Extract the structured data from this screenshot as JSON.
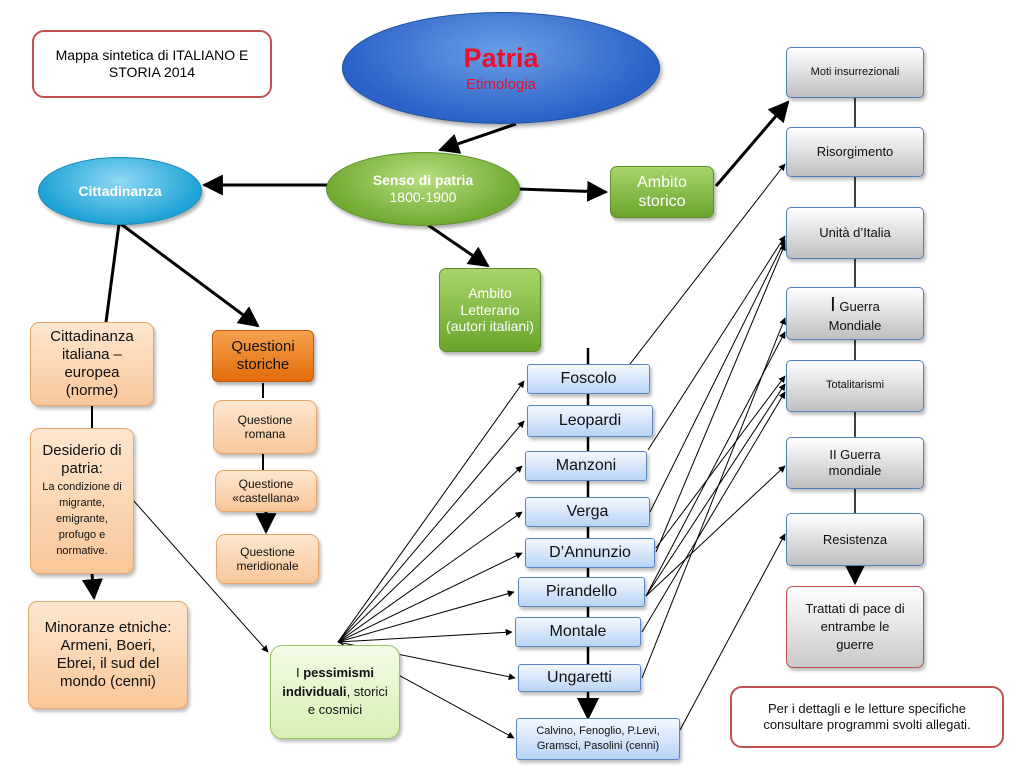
{
  "title_box": "Mappa  sintetica di ITALIANO E STORIA  2014",
  "patria": {
    "title": "Patria",
    "subtitle": "Etimologia"
  },
  "senso": {
    "title": "Senso di patria",
    "subtitle": "1800-1900"
  },
  "cittadinanza": "Cittadinanza",
  "ambito_storico": "Ambito storico",
  "ambito_letterario": "Ambito Letterario (autori italiani)",
  "cittadinanza_europea": "Cittadinanza italiana – europea (norme)",
  "desiderio": {
    "title": "Desiderio di  patria:",
    "detail": "La condizione di migrante, emigrante, profugo e normative."
  },
  "minoranze": "Minoranze etniche: Armeni, Boeri, Ebrei, il sud del mondo (cenni)",
  "questioni_storiche": "Questioni storiche",
  "questioni": [
    "Questione romana",
    "Questione «castellana»",
    "Questione meridionale"
  ],
  "pessimismi": {
    "prefix": "I ",
    "bold": "pessimismi individuali",
    "suffix": ", storici e cosmici"
  },
  "authors": [
    "Foscolo",
    "Leopardi",
    "Manzoni",
    "Verga",
    "D’Annunzio",
    "Pirandello",
    "Montale",
    "Ungaretti"
  ],
  "others": "Calvino, Fenoglio, P.Levi, Gramsci, Pasolini (cenni)",
  "history": {
    "moti": "Moti insurrezionali",
    "risorgimento": "Risorgimento",
    "unita": "Unità d’Italia",
    "ww1_numeral": "I",
    "ww1": "Guerra Mondiale",
    "totalitarismi": "Totalitarismi",
    "ww2": "II Guerra mondiale",
    "resistenza": "Resistenza"
  },
  "trattati": "Trattati  di pace di entrambe le guerre",
  "note": "Per i dettagli e le letture specifiche consultare  programmi svolti allegati.",
  "colors": {
    "title_red": "#e8102a",
    "border_red": "#c0504d"
  }
}
